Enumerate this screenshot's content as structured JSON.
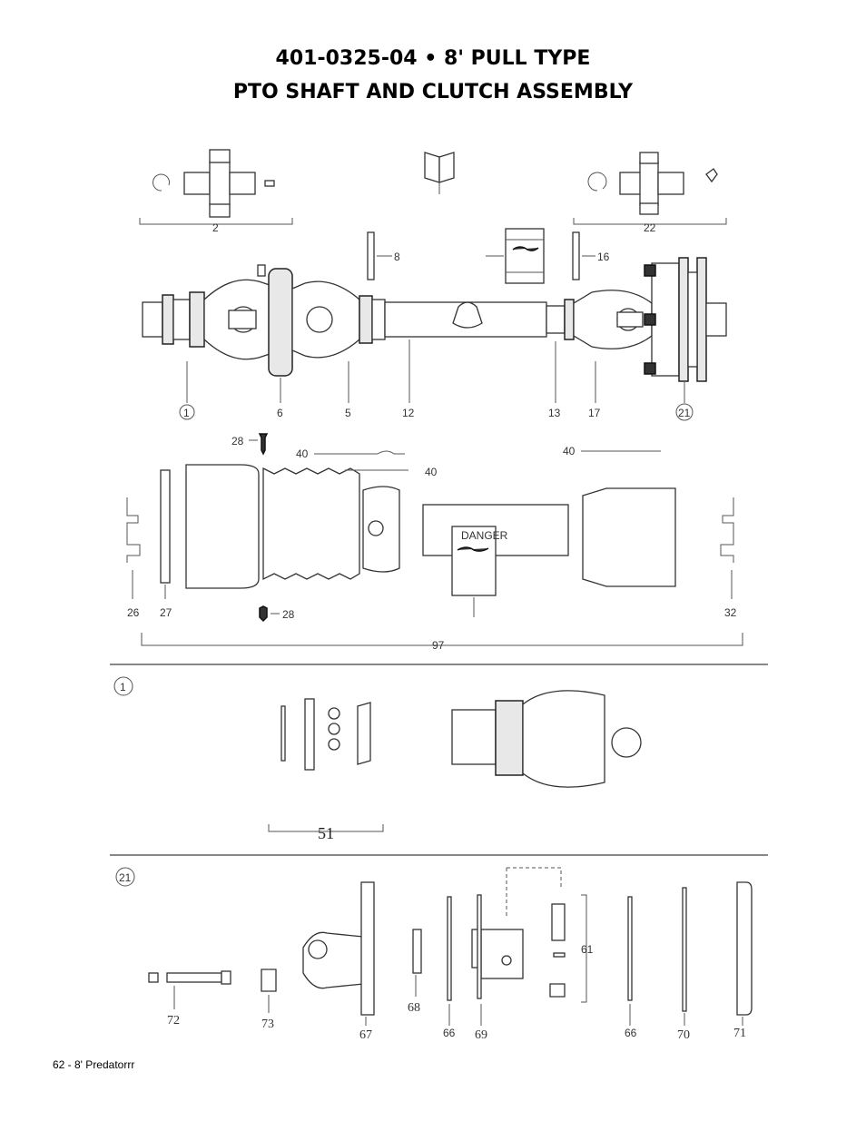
{
  "header": {
    "line1": "401-0325-04  • 8' PULL TYPE",
    "line2": "PTO SHAFT AND CLUTCH ASSEMBLY"
  },
  "callouts": {
    "c2": "2",
    "c22": "22",
    "c8": "8",
    "c16": "16",
    "c1": "1",
    "c6": "6",
    "c5": "5",
    "c12": "12",
    "c13": "13",
    "c17": "17",
    "c21": "21",
    "c28a": "28",
    "c40a": "40",
    "c40b": "40",
    "c40c": "40",
    "c28b": "28",
    "c26": "26",
    "c27": "27",
    "c32": "32",
    "c97": "97",
    "c51": "51",
    "c72": "72",
    "c73": "73",
    "c67": "67",
    "c68": "68",
    "c66a": "66",
    "c69": "69",
    "c61": "61",
    "c66b": "66",
    "c70": "70",
    "c71": "71"
  },
  "section_markers": {
    "s1": "1",
    "s21": "21"
  },
  "decal": {
    "heading": "DANGER"
  },
  "footer": {
    "text": "62 - 8' Predatorrr"
  }
}
